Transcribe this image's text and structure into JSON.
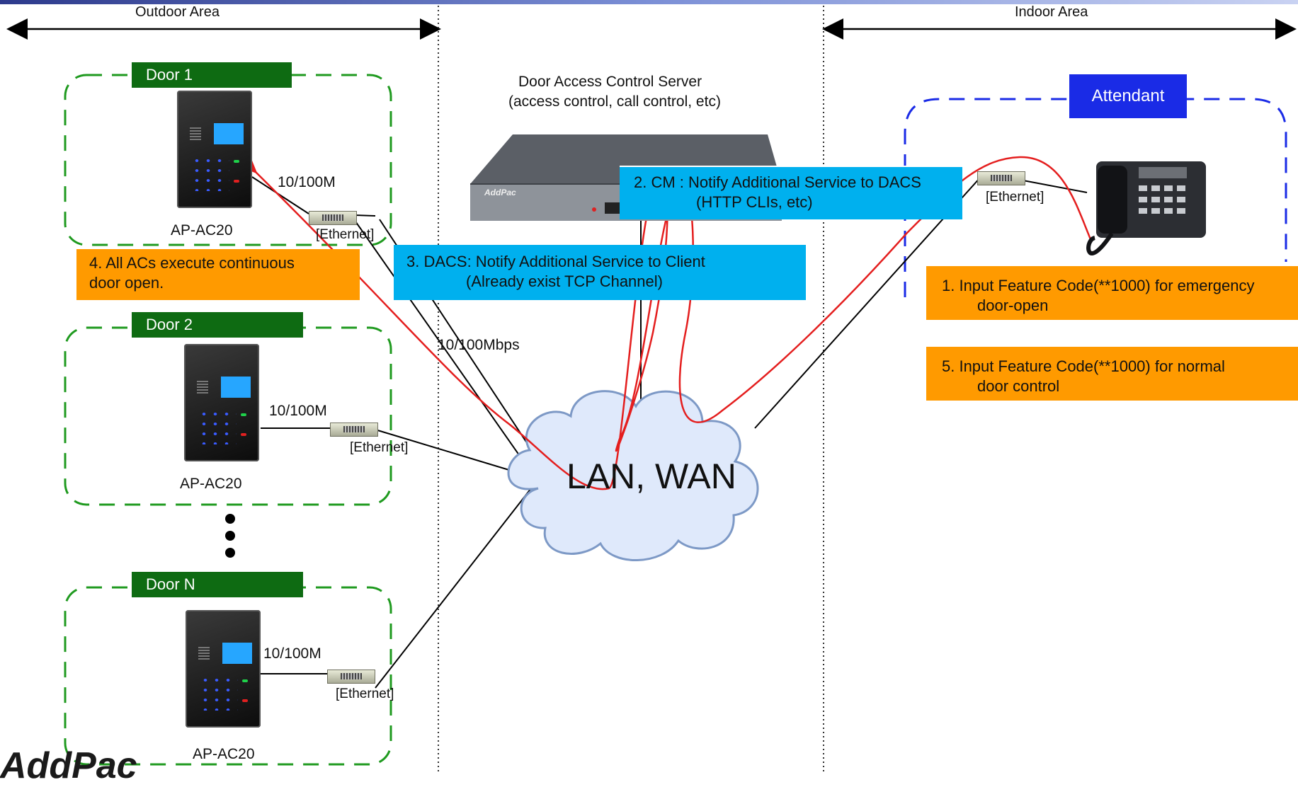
{
  "areas": {
    "outdoor": "Outdoor Area",
    "indoor": "Indoor Area"
  },
  "doors": [
    {
      "tab": "Door 1",
      "device": "AP-AC20",
      "link": "10/100M",
      "ethernet": "[Ethernet]"
    },
    {
      "tab": "Door 2",
      "device": "AP-AC20",
      "link": "10/100M",
      "ethernet": "[Ethernet]"
    },
    {
      "tab": "Door N",
      "device": "AP-AC20",
      "link": "10/100M",
      "ethernet": "[Ethernet]"
    }
  ],
  "server": {
    "title": "Door Access Control Server",
    "subtitle": "(access control, call control, etc)"
  },
  "attendant": {
    "tab": "Attendant",
    "ethernet": "[Ethernet]"
  },
  "network": {
    "cloud": "LAN, WAN",
    "link": "10/100Mbps"
  },
  "steps": {
    "step1": [
      "1. Input Feature Code(**1000) for emergency",
      "door-open"
    ],
    "step2": [
      "2. CM : Notify Additional Service to DACS",
      "(HTTP CLIs, etc)"
    ],
    "step3": [
      "3. DACS: Notify Additional Service to Client",
      "(Already exist TCP Channel)"
    ],
    "step4": [
      "4. All ACs execute continuous",
      "door open."
    ],
    "step5": [
      "5. Input Feature Code(**1000) for normal",
      "door control"
    ]
  },
  "colors": {
    "door_tab": "#0e6b12",
    "door_border": "#1f9a1f",
    "attendant": "#1a2be6",
    "orange": "#ff9a00",
    "cyan": "#00b0ee",
    "flow": "#e41e1e"
  },
  "logo": "AddPac"
}
